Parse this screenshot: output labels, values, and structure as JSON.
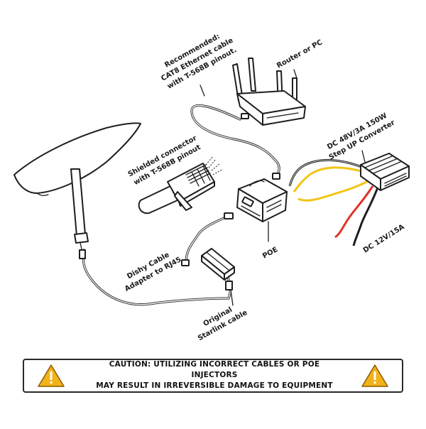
{
  "labels": {
    "ethernet_cable_1": "Recommended:",
    "ethernet_cable_2": "CAT8 Ethernet cable",
    "ethernet_cable_3": "with T-568B pinout.",
    "router": "Router or PC",
    "converter_1": "DC 48V/3A 150W",
    "converter_2": "Step UP Converter",
    "shielded_1": "Shielded connector",
    "shielded_2": "with T-568B pinout",
    "dc_input": "DC 12V/15A",
    "poe": "POE",
    "dishy_1": "Dishy Cable",
    "dishy_2": "Adapter to RJ45",
    "original_1": "Original",
    "original_2": "Starlink cable"
  },
  "caution": {
    "line1": "CAUTION: UTILIZING INCORRECT CABLES OR POE INJECTORS",
    "line2": "MAY RESULT IN IRREVERSIBLE DAMAGE TO EQUIPMENT",
    "icon_color": "#f2b21b"
  },
  "colors": {
    "yellow_wire": "#f2c511",
    "red_wire": "#e0342a",
    "black_wire": "#1e1e1e"
  }
}
